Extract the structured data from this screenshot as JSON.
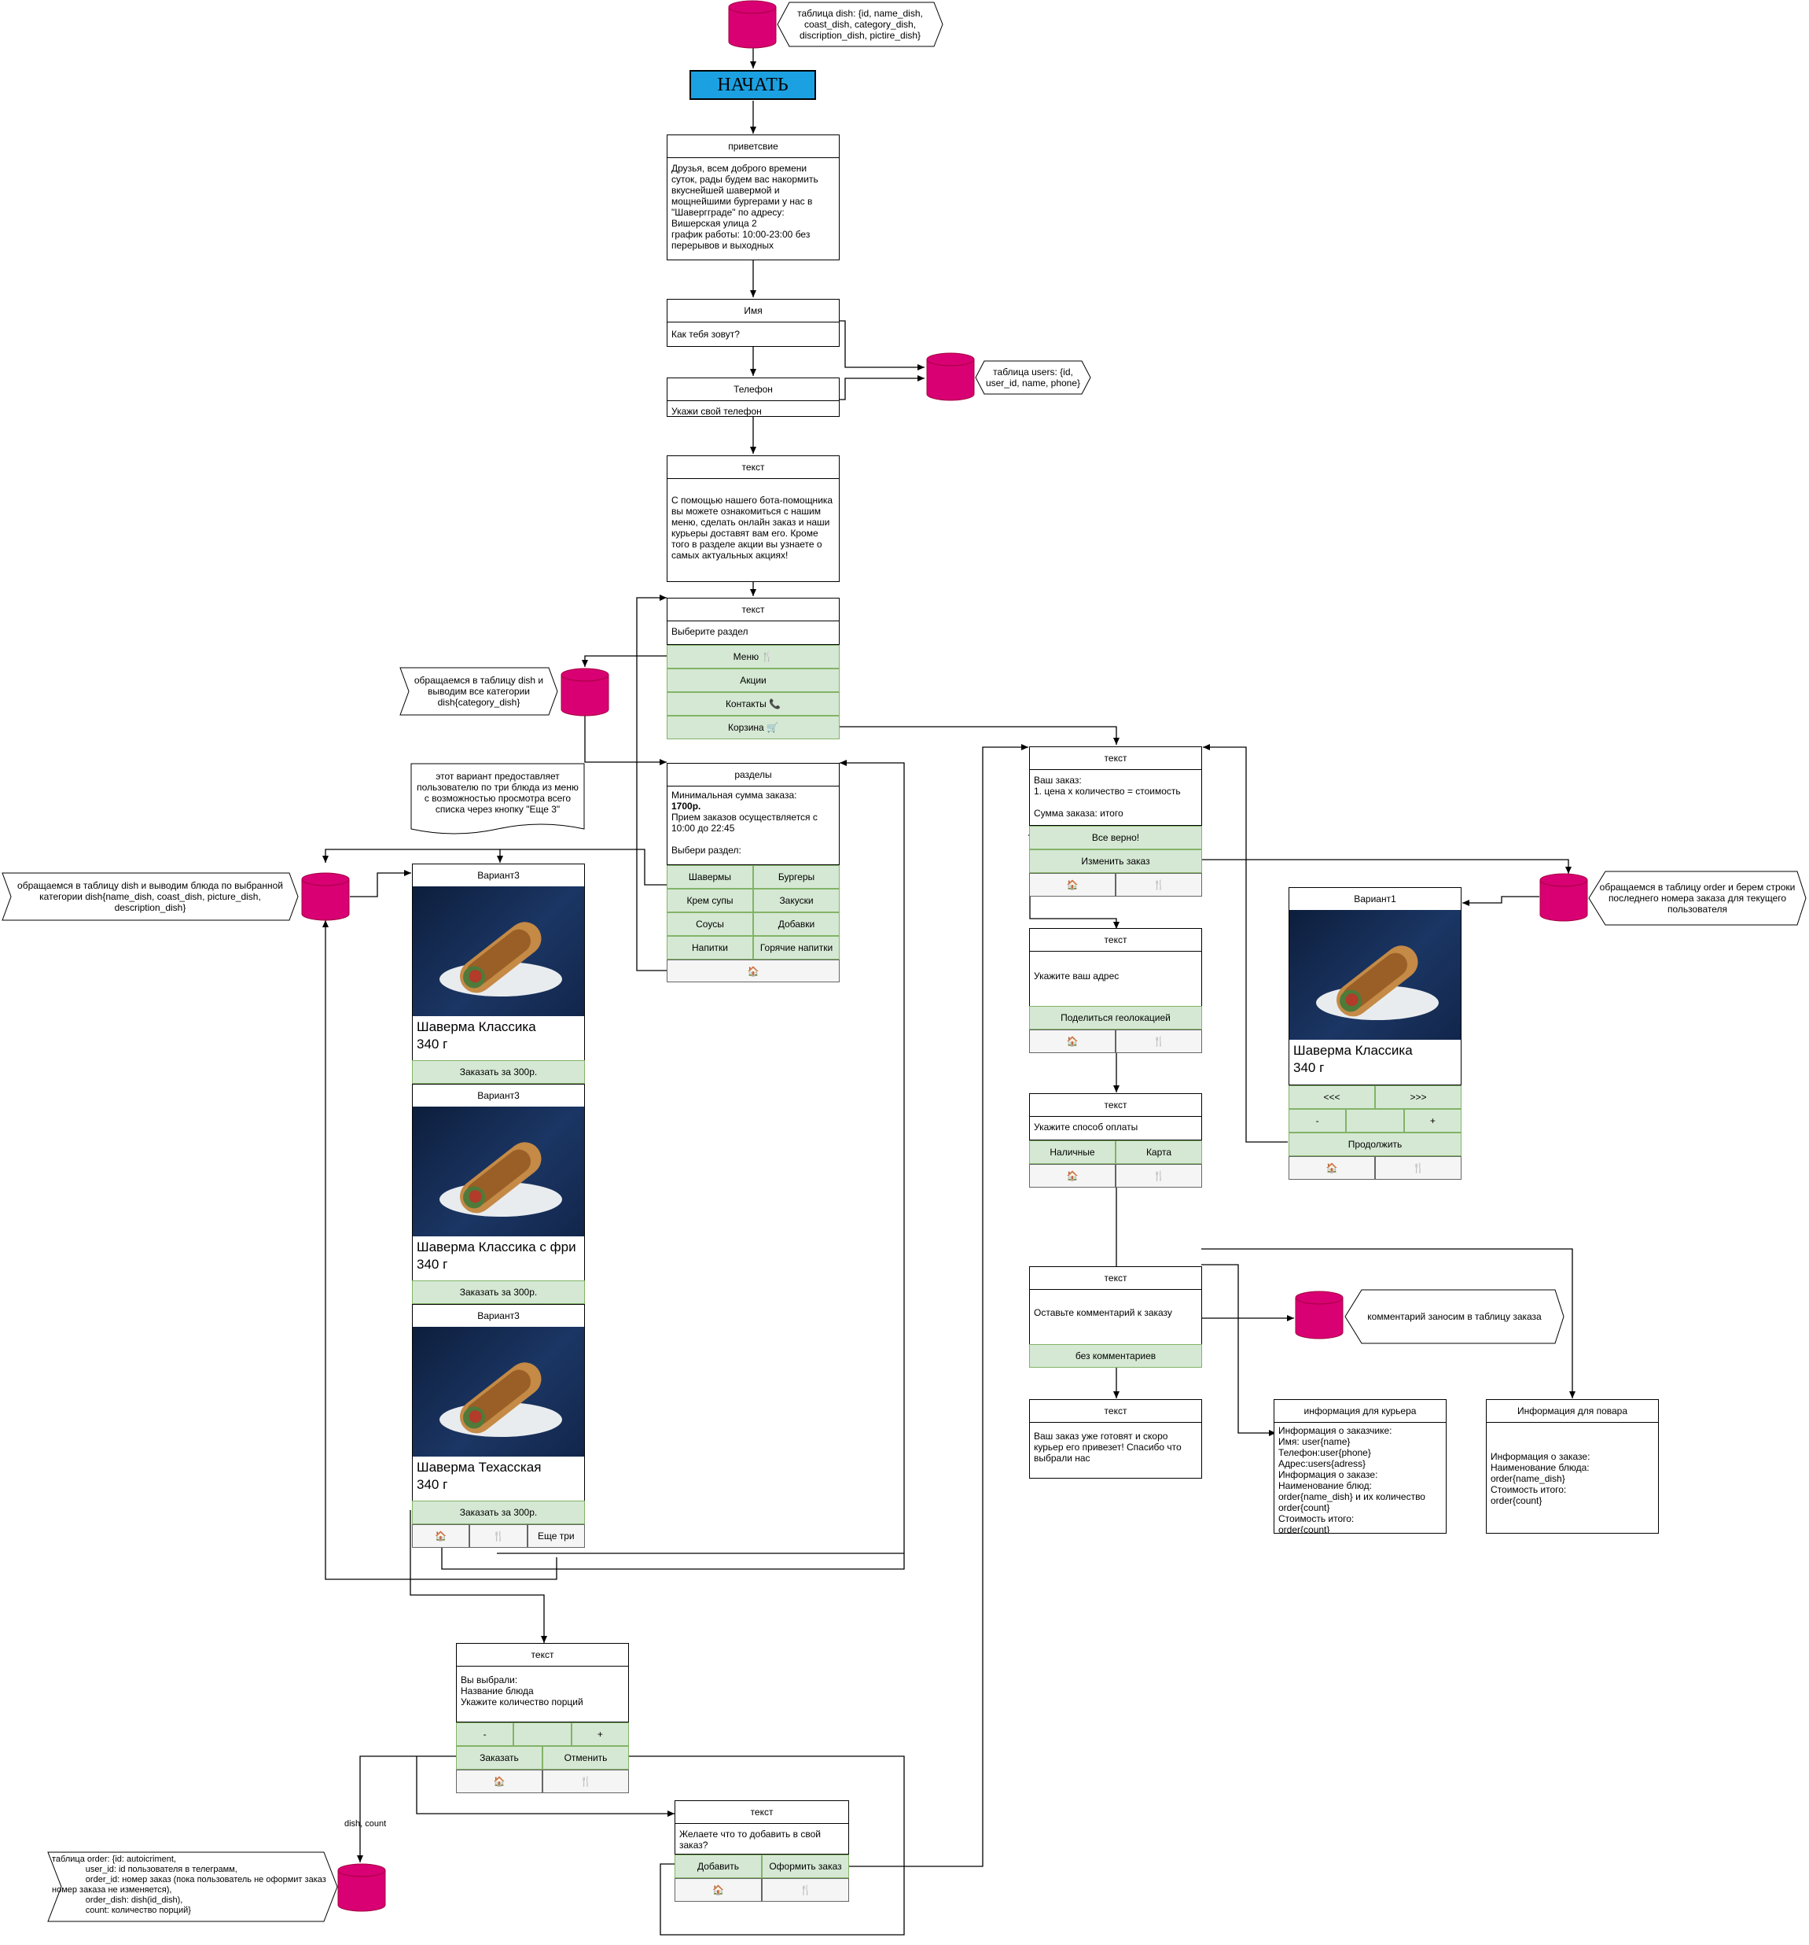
{
  "start": "НАЧАТЬ",
  "notes": {
    "dish_table": "таблица dish: {id, name_dish, coast_dish, category_dish, discription_dish, pictire_dish}",
    "users_table": "таблица users: {id, user_id, name, phone}",
    "categories": "обращаемся в таблицу dish и выводим все категории dish{category_dish}",
    "dishes": "обращаемся в таблицу dish и выводим блюда по выбранной категории dish{name_dish, coast_dish, picture_dish, description_dish}",
    "variant3": "этот вариант предоставляет пользователю по три блюда из меню с возможностью просмотра всего списка через кнопку \"Еще 3\"",
    "order_table_lookup": "обращаемся в таблицу order и берем строки последнего номера заказа для текущего пользователя",
    "comment": "комментарий заносим в таблицу заказа",
    "order_table": "таблица order: {id: autoicriment,\n              user_id: id пользователя в телеграмм,\n              order_id: номер заказ (пока пользователь не оформит заказ номер заказа не изменяется),\n              order_dish: dish(id_dish),\n              count: количество порций}"
  },
  "edge_label": "dish, count",
  "greeting": {
    "title": "приветсвие",
    "text": "Друзья, всем доброго времени суток, рады будем вас накормить вкуснейшей шавермой и мощнейшими бургерами у нас в \"Шавергграде\" по адресу: Вишерская улица 2\nграфик работы: 10:00-23:00 без перерывов и выходных"
  },
  "name": {
    "title": "Имя",
    "text": "Как тебя зовут?"
  },
  "phone": {
    "title": "Телефон",
    "text": "Укажи свой телефон"
  },
  "intro": {
    "title": "текст",
    "text": "С помощью нашего бота-помощника вы можете ознакомиться с нашим меню, сделать онлайн заказ и наши курьеры доставят вам его. Кроме того в разделе акции вы узнаете о самых актуальных акциях!"
  },
  "section": {
    "title": "текст",
    "text": "Выберите раздел",
    "buttons": [
      "Меню 🍴",
      "Акции",
      "Контакты 📞",
      "Корзина 🛒"
    ]
  },
  "categories": {
    "title": "разделы",
    "text_pre": "Минимальная сумма заказа:",
    "text_bold": "1700р.",
    "text_post": "Прием заказов осуществляется с 10:00 до 22:45\n\nВыбери раздел:",
    "buttons": [
      "Шавермы",
      "Бургеры",
      "Крем супы",
      "Закуски",
      "Соусы",
      "Добавки",
      "Напитки",
      "Горячие напитки"
    ],
    "nav": "🏠"
  },
  "variant3": {
    "title": "Вариант3",
    "items": [
      {
        "name": "Шаверма Классика",
        "weight": "340 г",
        "button": "Заказать за 300р."
      },
      {
        "name": "Шаверма Классика с фри",
        "weight": "340 г",
        "button": "Заказать за 300р."
      },
      {
        "name": "Шаверма Техасская",
        "weight": "340 г",
        "button": "Заказать за 300р."
      }
    ],
    "nav": [
      "🏠",
      "🍴",
      "Еще три"
    ]
  },
  "quantity": {
    "title": "текст",
    "text": "Вы выбрали:\nНазвание блюда\nУкажите количество порций",
    "stepper": [
      "-",
      "",
      "+"
    ],
    "actions": [
      "Заказать",
      "Отменить"
    ],
    "nav": [
      "🏠",
      "🍴"
    ]
  },
  "more": {
    "title": "текст",
    "text": "Желаете что то добавить в свой заказ?",
    "actions": [
      "Добавить",
      "Оформить заказ"
    ],
    "nav": [
      "🏠",
      "🍴"
    ]
  },
  "order": {
    "title": "текст",
    "text": "Ваш заказ:\n1. цена х количество = стоимость\n\nСумма заказа: итого",
    "actions": [
      "Все верно!",
      "Изменить заказ"
    ],
    "nav": [
      "🏠",
      "🍴"
    ]
  },
  "variant1": {
    "title": "Вариант1",
    "name": "Шаверма Классика",
    "weight": "340 г",
    "arrows": [
      "<<<",
      ">>>"
    ],
    "stepper": [
      "-",
      "",
      "+"
    ],
    "continue": "Продолжить",
    "nav": [
      "🏠",
      "🍴"
    ]
  },
  "address": {
    "title": "текст",
    "text": "Укажите ваш адрес",
    "button": "Поделиться геолокацией",
    "nav": [
      "🏠",
      "🍴"
    ]
  },
  "payment": {
    "title": "текст",
    "text": "Укажите способ оплаты",
    "buttons": [
      "Наличные",
      "Карта"
    ],
    "nav": [
      "🏠",
      "🍴"
    ]
  },
  "comment": {
    "title": "текст",
    "text": "Оставьте комментарий к заказу",
    "button": "без комментариев"
  },
  "final": {
    "title": "текст",
    "text": "Ваш заказ уже готовят и скоро курьер его привезет! Спасибо что выбрали нас"
  },
  "courier": {
    "title": "информация для курьера",
    "text": "Информация о заказчике:\nИмя: user{name}\nТелефон:user{phone}\nАдрес:users{adress}\nИнформация о заказе:\nНаименование блюд:\norder{name_dish} и их количество order{count}\nСтоимость итого:\norder{count}"
  },
  "cook": {
    "title": "Информация для повара",
    "text": "Информация о заказе:\nНаименование блюда:\norder{name_dish}\nСтоимость итого:\norder{count}"
  },
  "colors": {
    "db": "#d80073",
    "button": "#d5e8d4",
    "button_border": "#82b366",
    "start": "#1ba1e2",
    "nav": "#f5f5f5"
  }
}
